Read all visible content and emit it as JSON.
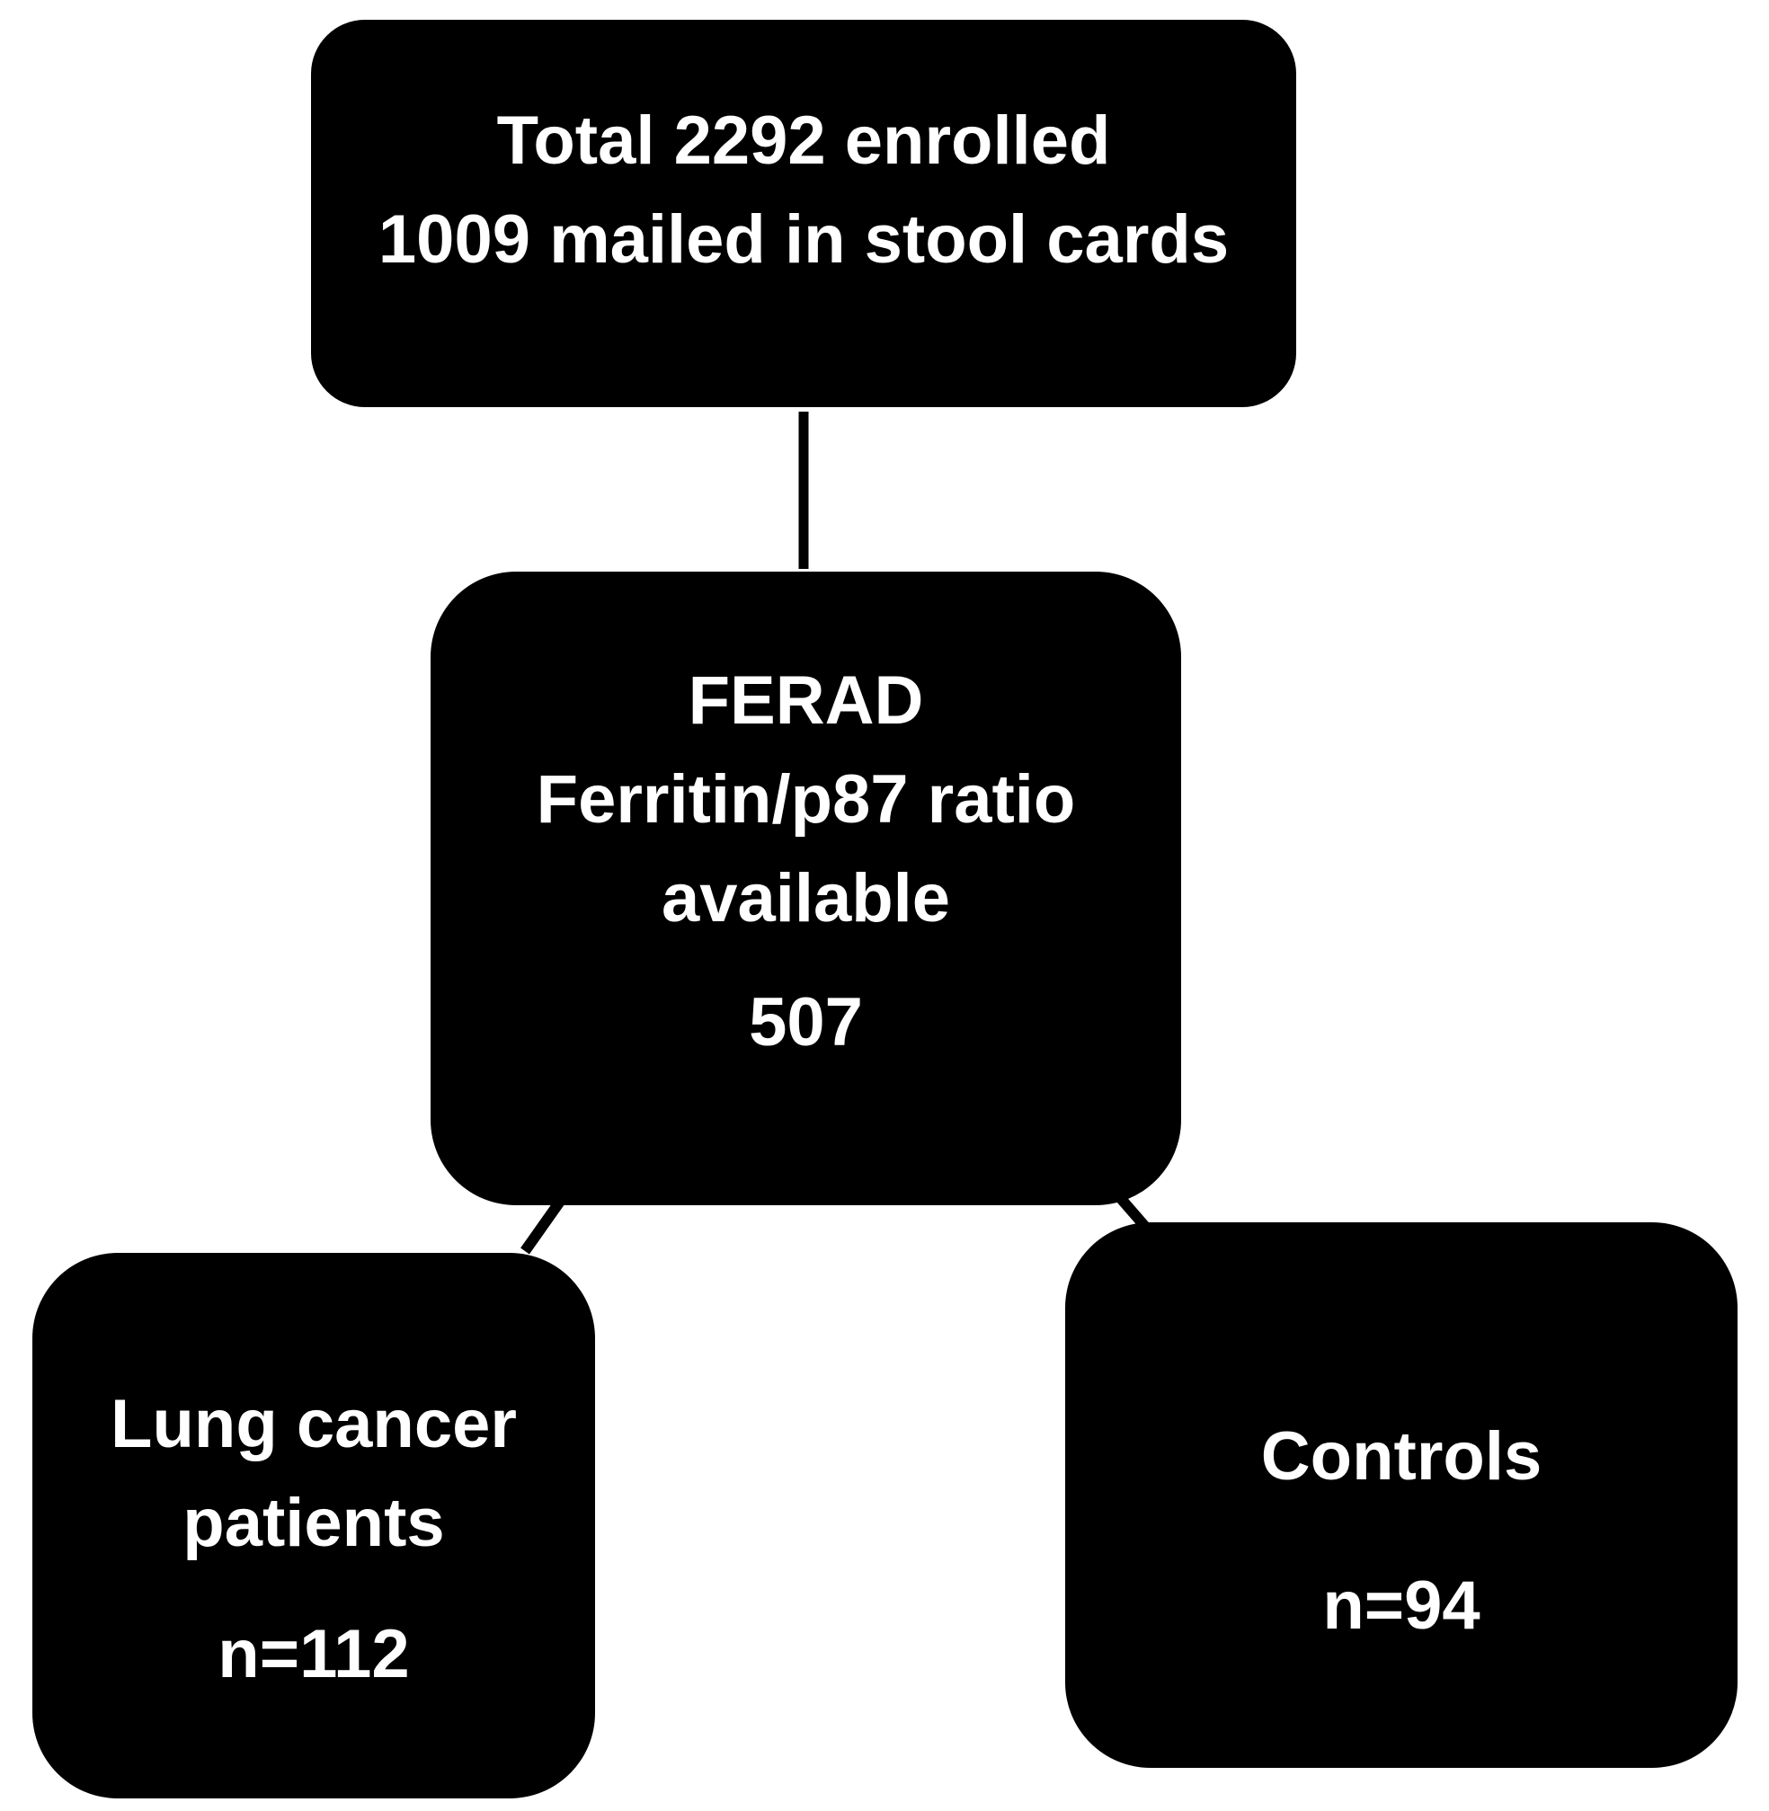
{
  "figure": {
    "type": "flowchart",
    "background_color": "#ffffff",
    "box_fill_color": "#000000",
    "box_text_color": "#ffffff",
    "connector_color": "#000000",
    "nodes": {
      "enrollment": {
        "lines": [
          "Total 2292 enrolled",
          "1009 mailed in stool cards"
        ]
      },
      "ferad": {
        "lines": [
          "FERAD",
          "Ferritin/p87 ratio",
          "available"
        ],
        "count": "507"
      },
      "lung": {
        "lines": [
          "Lung cancer",
          "patients"
        ],
        "count": "n=112"
      },
      "controls": {
        "lines": [
          "Controls"
        ],
        "count": "n=94"
      }
    }
  }
}
